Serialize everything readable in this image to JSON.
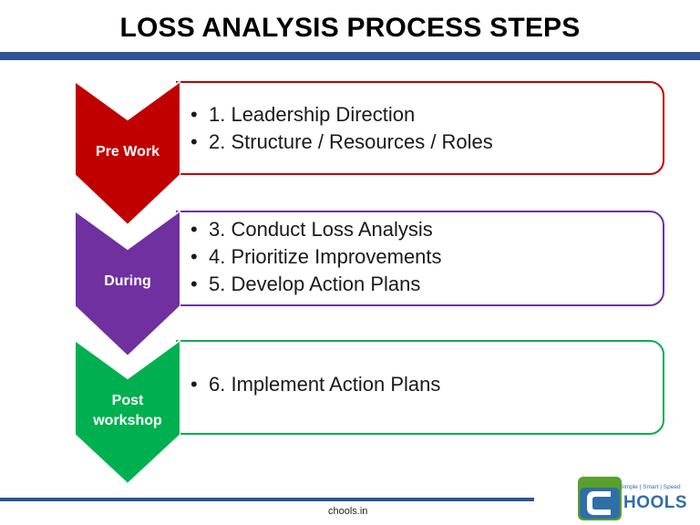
{
  "title": "LOSS ANALYSIS PROCESS STEPS",
  "steps": [
    {
      "label": "Pre Work",
      "color": "#c00000",
      "items": [
        "1. Leadership Direction",
        "2. Structure / Resources / Roles"
      ]
    },
    {
      "label": "During",
      "color": "#7030a0",
      "items": [
        "3. Conduct Loss Analysis",
        "4. Prioritize Improvements",
        "5. Develop Action Plans"
      ]
    },
    {
      "label_line1": "Post",
      "label_line2": "workshop",
      "color": "#00b050",
      "items": [
        "6. Implement Action Plans"
      ]
    }
  ],
  "footer": {
    "site": "chools.in",
    "logo_tagline": "Simple | Smart | Speed",
    "logo_word": "HOOLS"
  },
  "colors": {
    "accent_blue": "#2f5597",
    "logo_green": "#5aa02c",
    "logo_blue": "#2f6fa8"
  }
}
